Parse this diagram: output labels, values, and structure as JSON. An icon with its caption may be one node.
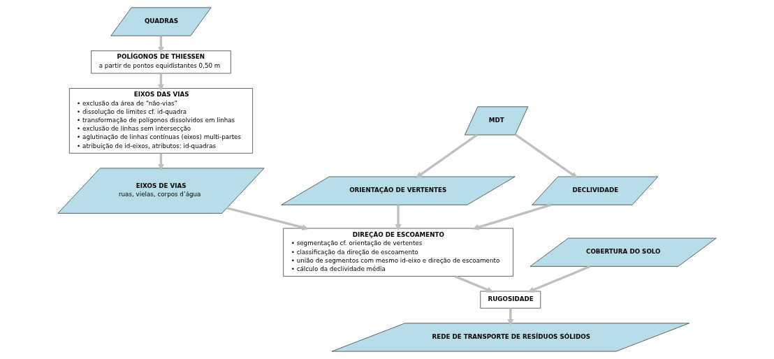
{
  "diagram": {
    "nodes": [
      {
        "text": [
          "QUADRAS"
        ]
      },
      {
        "text": [
          "POLÍGONOS DE THIESSEN",
          "a partir de pontos equidistantes 0,50 m"
        ]
      },
      {
        "text": [
          "EIXOS DAS VIAS",
          "• exclusão da área de “não-vias”",
          "• dissolução de limites cf. id-quadra",
          "• transformação de polígonos dissolvidos em linhas",
          "• exclusão de linhas sem intersecção",
          "• aglutinação de linhas contínuas (eixos) multi-partes",
          "• atribuição de id-eixos, atributos: id-quadras"
        ]
      },
      {
        "text": [
          "EIXOS DE VIAS",
          "ruas, vielas, corpos d’água"
        ]
      },
      {
        "text": [
          "MDT"
        ]
      },
      {
        "text": [
          "ORIENTAÇÃO DE VERTENTES"
        ]
      },
      {
        "text": [
          "DECLIVIDADE"
        ]
      },
      {
        "text": [
          "DIREÇÃO DE ESCOAMENTO",
          "• segmentação cf. orientação de vertentes",
          "• classificação da direção de escoamento",
          "• união de segmentos com mesmo id-eixo e direção de escoamento",
          "• cálculo da declividade média"
        ]
      },
      {
        "text": [
          "COBERTURA DO SOLO"
        ]
      },
      {
        "text": [
          "RUGOSIDADE"
        ]
      },
      {
        "text": [
          "REDE DE TRANSPORTE DE RESÍDUOS SÓLIDOS"
        ]
      }
    ],
    "edges": [
      {
        "from": 0,
        "to": 1,
        "arrow": "to"
      },
      {
        "from": 1,
        "to": 2,
        "arrow": "to"
      },
      {
        "from": 2,
        "to": 3,
        "arrow": "to"
      },
      {
        "from": 3,
        "to": 7,
        "arrow": "to"
      },
      {
        "from": 4,
        "to": 5,
        "arrow": "to"
      },
      {
        "from": 4,
        "to": 6,
        "arrow": "to"
      },
      {
        "from": 5,
        "to": 7,
        "arrow": "to"
      },
      {
        "from": 6,
        "to": 7,
        "arrow": "to"
      },
      {
        "from": 7,
        "to": 9,
        "arrow": "to"
      },
      {
        "from": 8,
        "to": 9,
        "arrow": "to"
      },
      {
        "from": 9,
        "to": 10,
        "arrow": "to"
      }
    ]
  }
}
